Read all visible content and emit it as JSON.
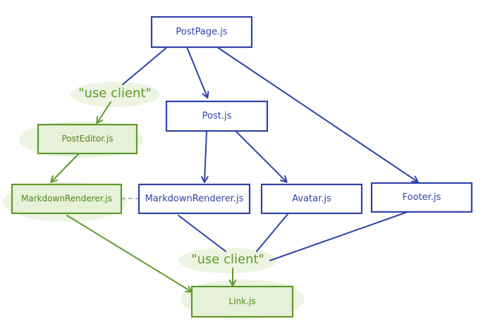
{
  "nodes": {
    "postpage": "PostPage.js",
    "post": "Post.js",
    "posteditor": "PostEditor.js",
    "markdown_left": "MarkdownRenderer.js",
    "markdown_right": "MarkdownRenderer.js",
    "avatar": "Avatar.js",
    "footer": "Footer.js",
    "link": "Link.js"
  },
  "annotations": {
    "use_client_top": "\"use client\"",
    "use_client_bottom": "\"use client\""
  },
  "colors": {
    "server": "#2f43a8",
    "client": "#5f9a2c",
    "client_fill": "#e7f0d8",
    "dashed": "#9aa0a8"
  }
}
